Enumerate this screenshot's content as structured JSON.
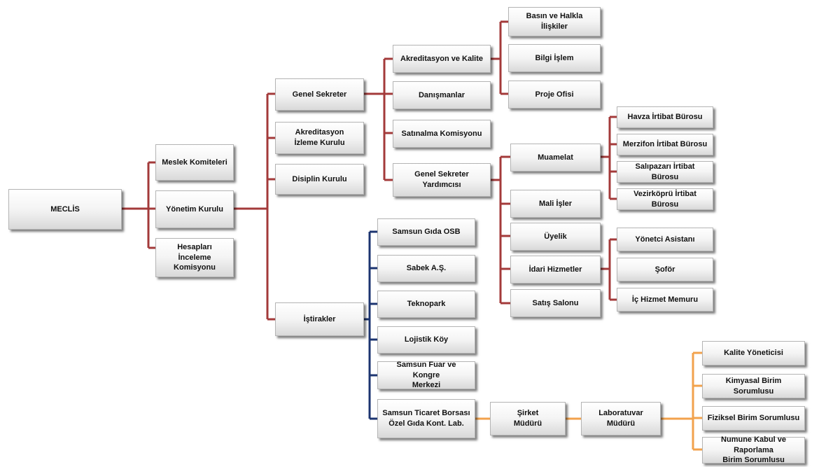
{
  "line_colors": {
    "red": "#a33a3a",
    "blue": "#1c3470",
    "orange": "#f2a24c"
  },
  "nodes": {
    "meclis": "MECLİS",
    "meslek_komiteleri": "Meslek Komiteleri",
    "yonetim_kurulu": "Yönetim Kurulu",
    "hesaplari_inceleme": "Hesapları İnceleme\nKomisyonu",
    "genel_sekreter": "Genel Sekreter",
    "akreditasyon_izleme": "Akreditasyon\nİzleme Kurulu",
    "disiplin_kurulu": "Disiplin Kurulu",
    "istirakler": "İştirakler",
    "akreditasyon_kalite": "Akreditasyon ve Kalite",
    "danismanlar": "Danışmanlar",
    "satinalma_komisyonu": "Satınalma Komisyonu",
    "genel_sekreter_yardimcisi": "Genel Sekreter\nYardımcısı",
    "basin_halkla": "Basın ve Halkla\nİlişkiler",
    "bilgi_islem": "Bilgi İşlem",
    "proje_ofisi": "Proje Ofisi",
    "muamelat": "Muamelat",
    "mali_isler": "Mali İşler",
    "uyelik": "Üyelik",
    "idari_hizmetler": "İdari Hizmetler",
    "satis_salonu": "Satış Salonu",
    "havza": "Havza İrtibat Bürosu",
    "merzifon": "Merzifon İrtibat Bürosu",
    "salipazari": "Salıpazarı İrtibat Bürosu",
    "vezirkopru": "Vezirköprü İrtibat Bürosu",
    "yonetici_asistani": "Yönetci Asistanı",
    "sofor": "Şoför",
    "is_hizmet_memuru": "İç Hizmet Memuru",
    "samsun_gida_osb": "Samsun Gıda OSB",
    "sabek": "Sabek A.Ş.",
    "teknopark": "Teknopark",
    "lojistik_koy": "Lojistik Köy",
    "fuar_kongre": "Samsun Fuar ve Kongre\nMerkezi",
    "tb_lab": "Samsun Ticaret Borsası\nÖzel Gıda Kont. Lab.",
    "sirket_muduru": "Şirket\nMüdürü",
    "laboratuvar_muduru": "Laboratuvar\nMüdürü",
    "kalite_yoneticisi": "Kalite Yöneticisi",
    "kimyasal": "Kimyasal Birim Sorumlusu",
    "fiziksel": "Fiziksel Birim Sorumlusu",
    "numune": "Numune Kabul ve Raporlama\nBirim Sorumlusu"
  }
}
